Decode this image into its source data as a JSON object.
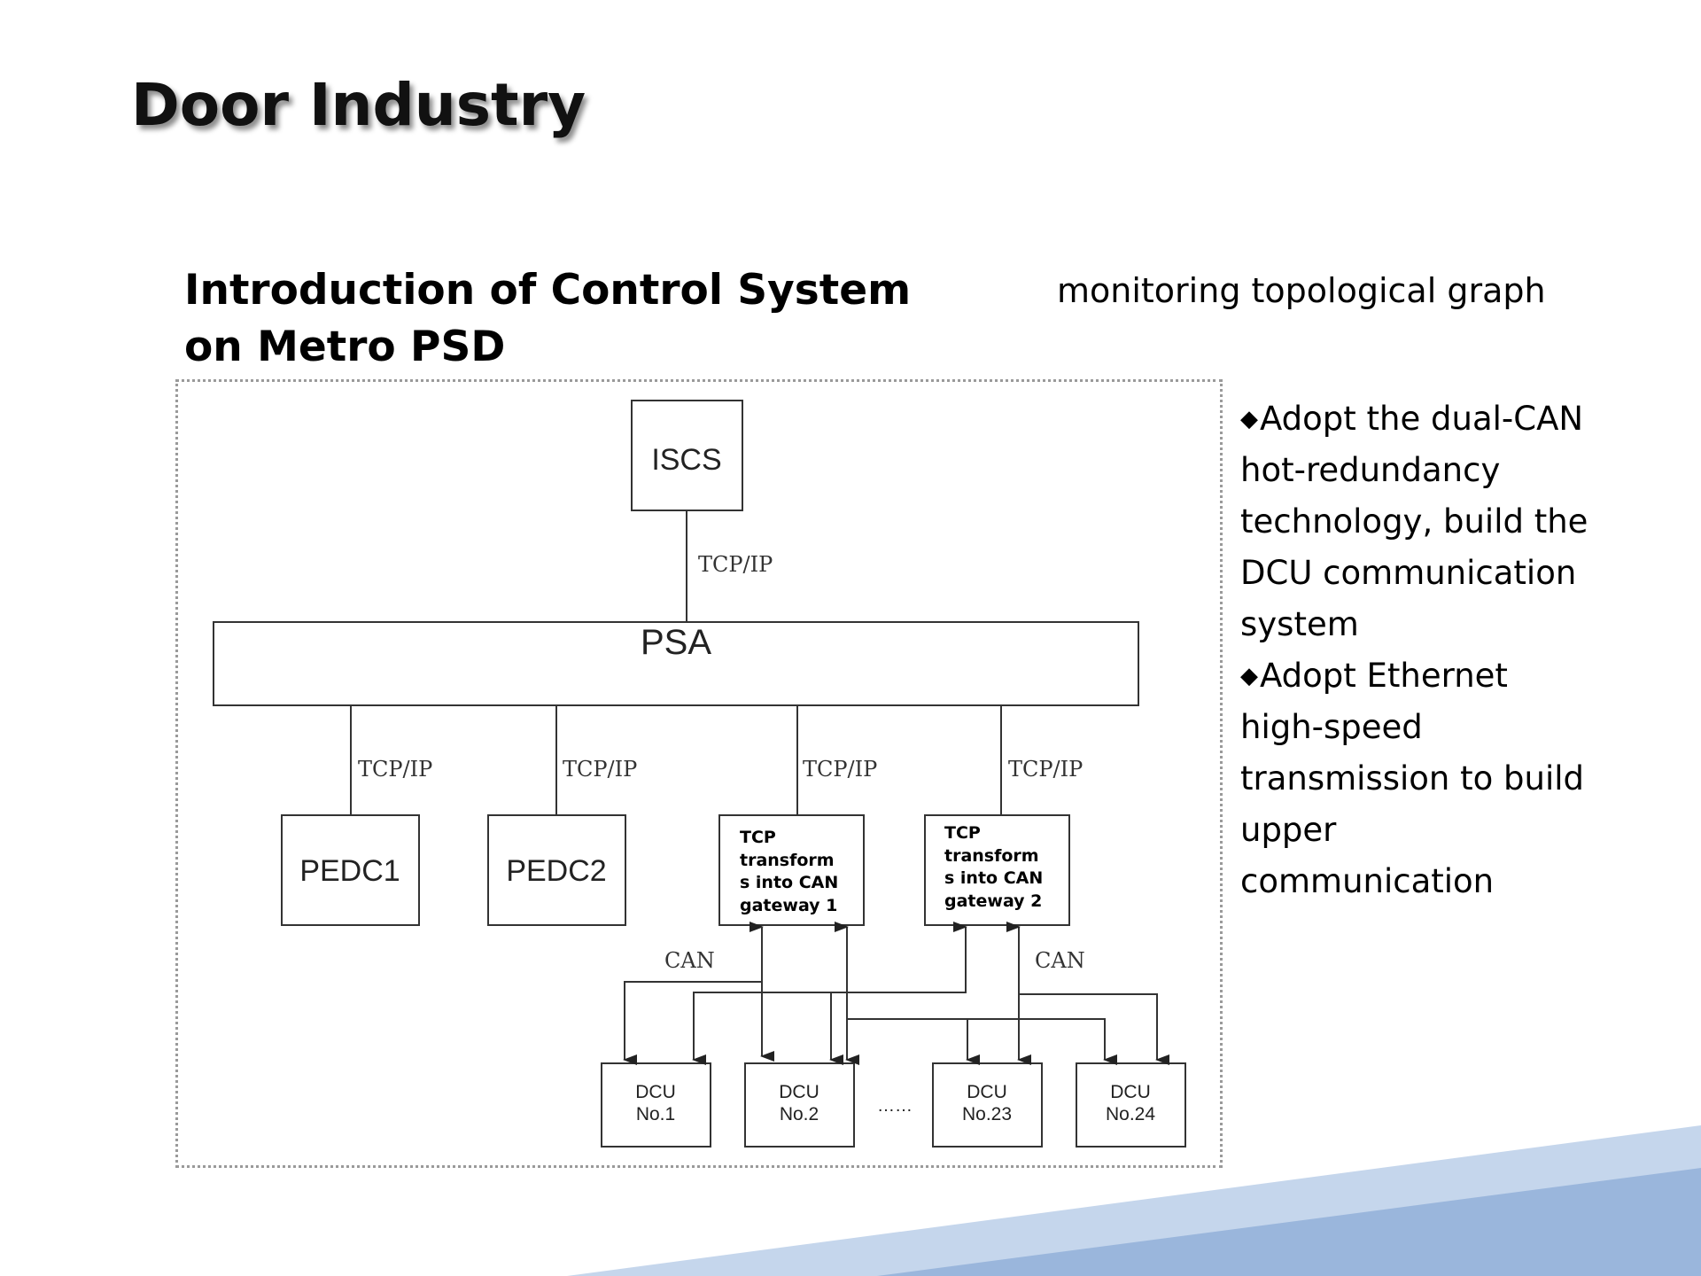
{
  "slide": {
    "title": "Door Industry"
  },
  "heading": {
    "line1": "Introduction of Control System",
    "line2": "on Metro PSD"
  },
  "topology_caption": "monitoring topological graph",
  "diagram": {
    "iscs": "ISCS",
    "psa": "PSA",
    "link_tcp": "TCP/IP",
    "pedc1": "PEDC1",
    "pedc2": "PEDC2",
    "gateway1": [
      "TCP",
      "transform",
      "s into CAN",
      "gateway 1"
    ],
    "gateway2": [
      "TCP",
      "transform",
      "s into CAN",
      "gateway 2"
    ],
    "can": "CAN",
    "dcu1": [
      "DCU",
      "No.1"
    ],
    "dcu2": [
      "DCU",
      "No.2"
    ],
    "dcu23": [
      "DCU",
      "No.23"
    ],
    "dcu24": [
      "DCU",
      "No.24"
    ],
    "ellipsis": "……"
  },
  "bullets": [
    "Adopt the  dual-CAN hot-redundancy technology, build the DCU communication system",
    "Adopt Ethernet high-speed transmission to build upper communication"
  ],
  "bullet_marker": "◆",
  "colors": {
    "deco_light": "#c5d6ec",
    "deco_dark": "#9ab6dc",
    "frame": "#9a9a9a"
  }
}
